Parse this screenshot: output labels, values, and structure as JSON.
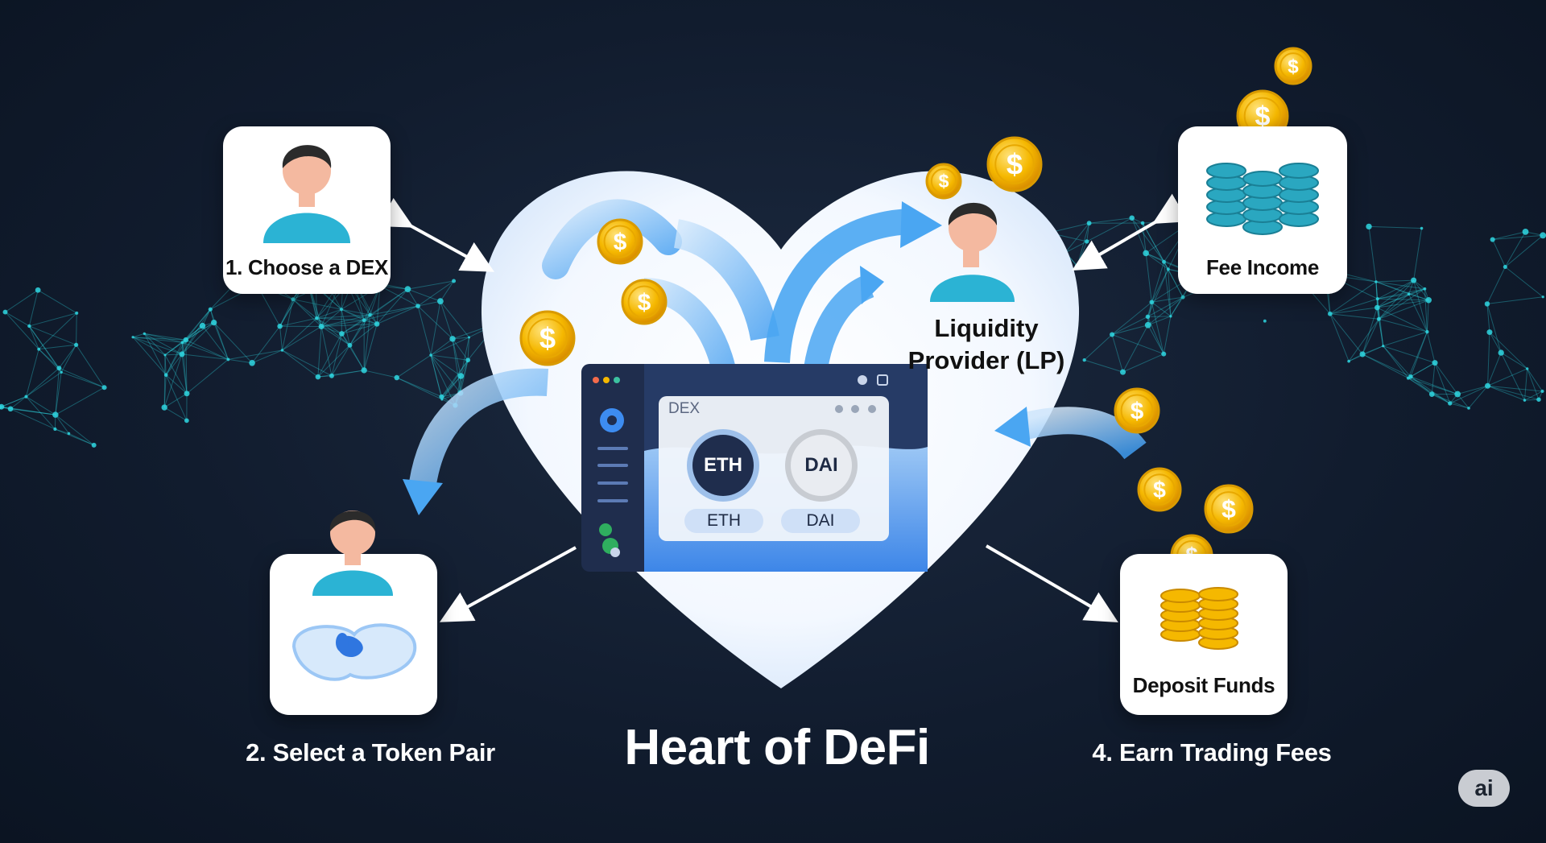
{
  "title": "Heart of DeFi",
  "steps": {
    "choose_dex": "1. Choose a DEX",
    "select_pair": "2. Select a Token Pair",
    "deposit": "Deposit Funds",
    "earn": "4. Earn Trading Fees",
    "fee_income": "Fee Income"
  },
  "lp": {
    "line1": "Liquidity",
    "line2": "Provider (LP)"
  },
  "dex_window": {
    "title": "DEX",
    "token_a": "ETH",
    "token_b": "DAI",
    "token_a_tab": "ETH",
    "token_b_tab": "DAI"
  },
  "coin_symbol": "$",
  "badge": "ai",
  "colors": {
    "background": "#111c2e",
    "network": "#2fd6e0",
    "arrow_blue": "#4aa6f2",
    "coin_gold": "#f5b800",
    "person_shirt": "#2bb3d4"
  }
}
